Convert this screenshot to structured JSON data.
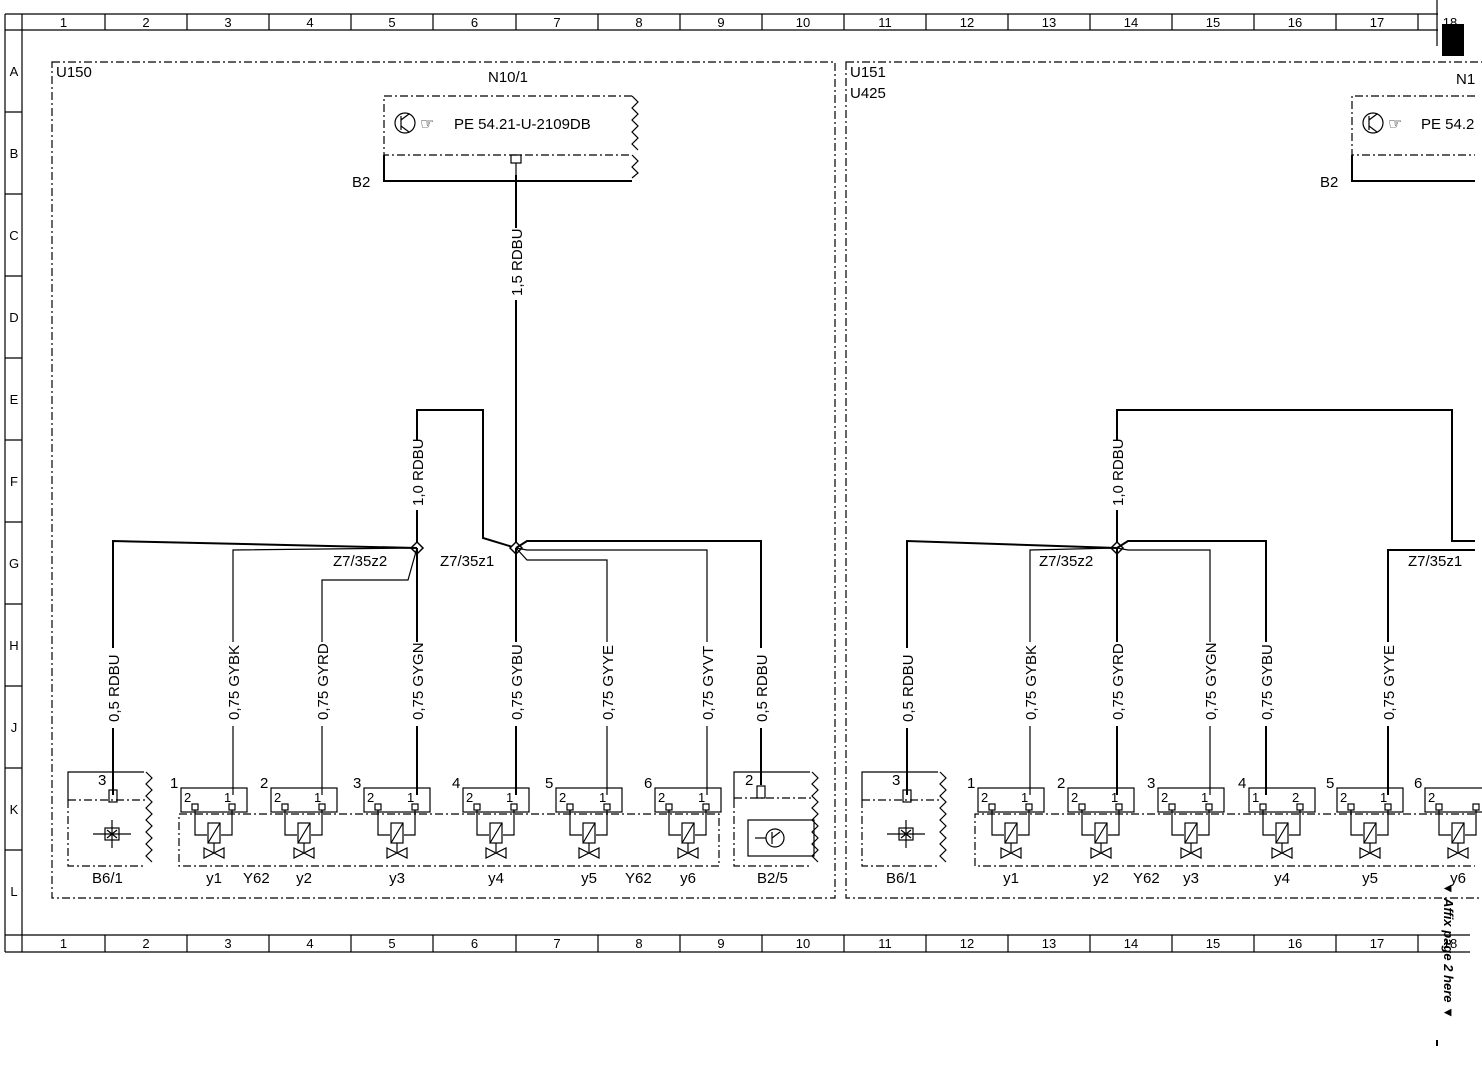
{
  "grid": {
    "columns": [
      "1",
      "2",
      "3",
      "4",
      "5",
      "6",
      "7",
      "8",
      "9",
      "10",
      "11",
      "12",
      "13",
      "14",
      "15",
      "16",
      "17",
      "18"
    ],
    "rows": [
      "A",
      "B",
      "C",
      "D",
      "E",
      "F",
      "G",
      "H",
      "J",
      "K",
      "L"
    ]
  },
  "side_note": "▼ Affix page 2 here ▼",
  "left": {
    "unit": "U150",
    "module": "N10/1",
    "module_ref": "PE 54.21-U-2109DB",
    "b2": "B2",
    "trunk_wire": "1,5 RDBU",
    "upper_wire": "1,0 RDBU",
    "splice_a": "Z7/35z2",
    "splice_b": "Z7/35z1",
    "sensor": "B6/1",
    "sensor_pin": "3",
    "sensor_wire": "0,5 RDBU",
    "valve_block": "Y62",
    "valves": [
      {
        "slot": "1",
        "name": "y1",
        "wire": "0,75 GYBK",
        "pin_l": "2",
        "pin_r": "1"
      },
      {
        "slot": "2",
        "name": "y2",
        "wire": "0,75 GYRD",
        "pin_l": "2",
        "pin_r": "1"
      },
      {
        "slot": "3",
        "name": "y3",
        "wire": "0,75 GYGN",
        "pin_l": "2",
        "pin_r": "1"
      },
      {
        "slot": "4",
        "name": "y4",
        "wire": "0,75 GYBU",
        "pin_l": "2",
        "pin_r": "1"
      },
      {
        "slot": "5",
        "name": "y5",
        "wire": "0,75 GYYE",
        "pin_l": "2",
        "pin_r": "1"
      },
      {
        "slot": "6",
        "name": "y6",
        "wire": "0,75 GYVT",
        "pin_l": "2",
        "pin_r": "1"
      }
    ],
    "pressure_sensor": "B2/5",
    "pressure_pin": "2",
    "pressure_wire": "0,5 RDBU"
  },
  "right": {
    "unit": "U151",
    "unit2": "U425",
    "module": "N1",
    "module_ref": "PE 54.2",
    "b2": "B2",
    "upper_wire": "1,0 RDBU",
    "splice_a": "Z7/35z2",
    "splice_b": "Z7/35z1",
    "sensor": "B6/1",
    "sensor_pin": "3",
    "sensor_wire": "0,5 RDBU",
    "valve_block": "Y62",
    "valves": [
      {
        "slot": "1",
        "name": "y1",
        "wire": "0,75 GYBK",
        "pin_l": "2",
        "pin_r": "1"
      },
      {
        "slot": "2",
        "name": "y2",
        "wire": "0,75 GYRD",
        "pin_l": "2",
        "pin_r": "1"
      },
      {
        "slot": "3",
        "name": "y3",
        "wire": "0,75 GYGN",
        "pin_l": "2",
        "pin_r": "1"
      },
      {
        "slot": "4",
        "name": "y4",
        "wire": "0,75 GYBU",
        "pin_l": "1",
        "pin_r": "2"
      },
      {
        "slot": "5",
        "name": "y5",
        "wire": "0,75 GYYE",
        "pin_l": "2",
        "pin_r": "1"
      },
      {
        "slot": "6",
        "name": "y6",
        "wire": "",
        "pin_l": "2",
        "pin_r": ""
      }
    ]
  }
}
